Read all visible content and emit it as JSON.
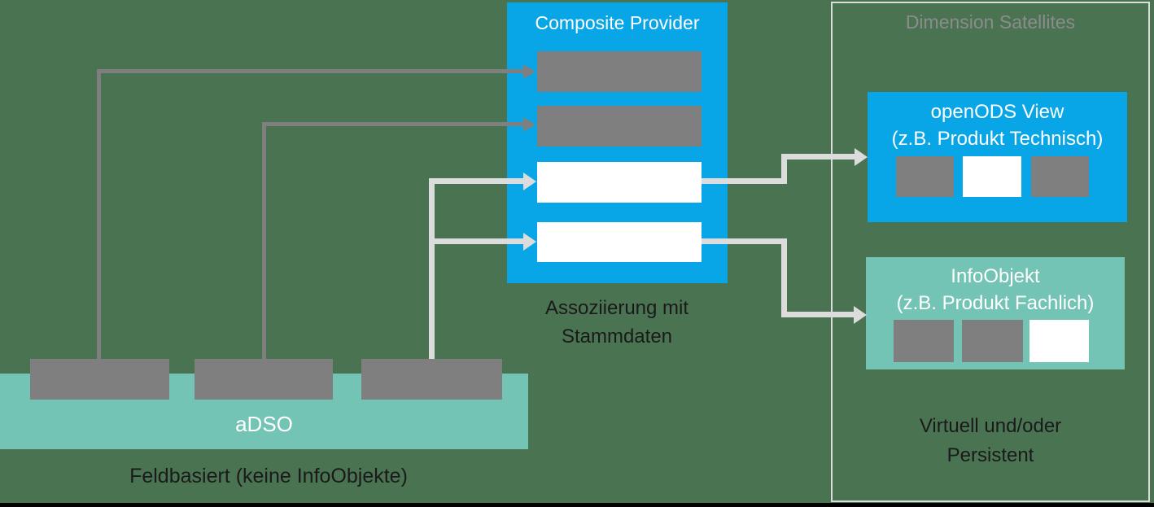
{
  "colors": {
    "background": "#4A7352",
    "blue": "#08A6E6",
    "teal": "#73C4B5",
    "gray": "#7F7F7F",
    "light_arrow": "#DCDCDC",
    "dark_text": "#1A1A1A",
    "satellite_border": "#DCDCDC",
    "satellite_title_text": "#8C8C8C"
  },
  "composite_provider": {
    "title": "Composite Provider",
    "caption": {
      "line1": "Assoziierung mit",
      "line2": "Stammdaten"
    }
  },
  "dimension_satellites": {
    "title": "Dimension Satellites",
    "open_ods_view": {
      "title": "openODS View",
      "subtitle": "(z.B. Produkt Technisch)"
    },
    "info_objekt": {
      "title": "InfoObjekt",
      "subtitle": "(z.B. Produkt Fachlich)"
    },
    "caption": {
      "line1": "Virtuell und/oder",
      "line2": "Persistent"
    }
  },
  "adso": {
    "label": "aDSO",
    "caption": "Feldbasiert (keine InfoObjekte)"
  }
}
